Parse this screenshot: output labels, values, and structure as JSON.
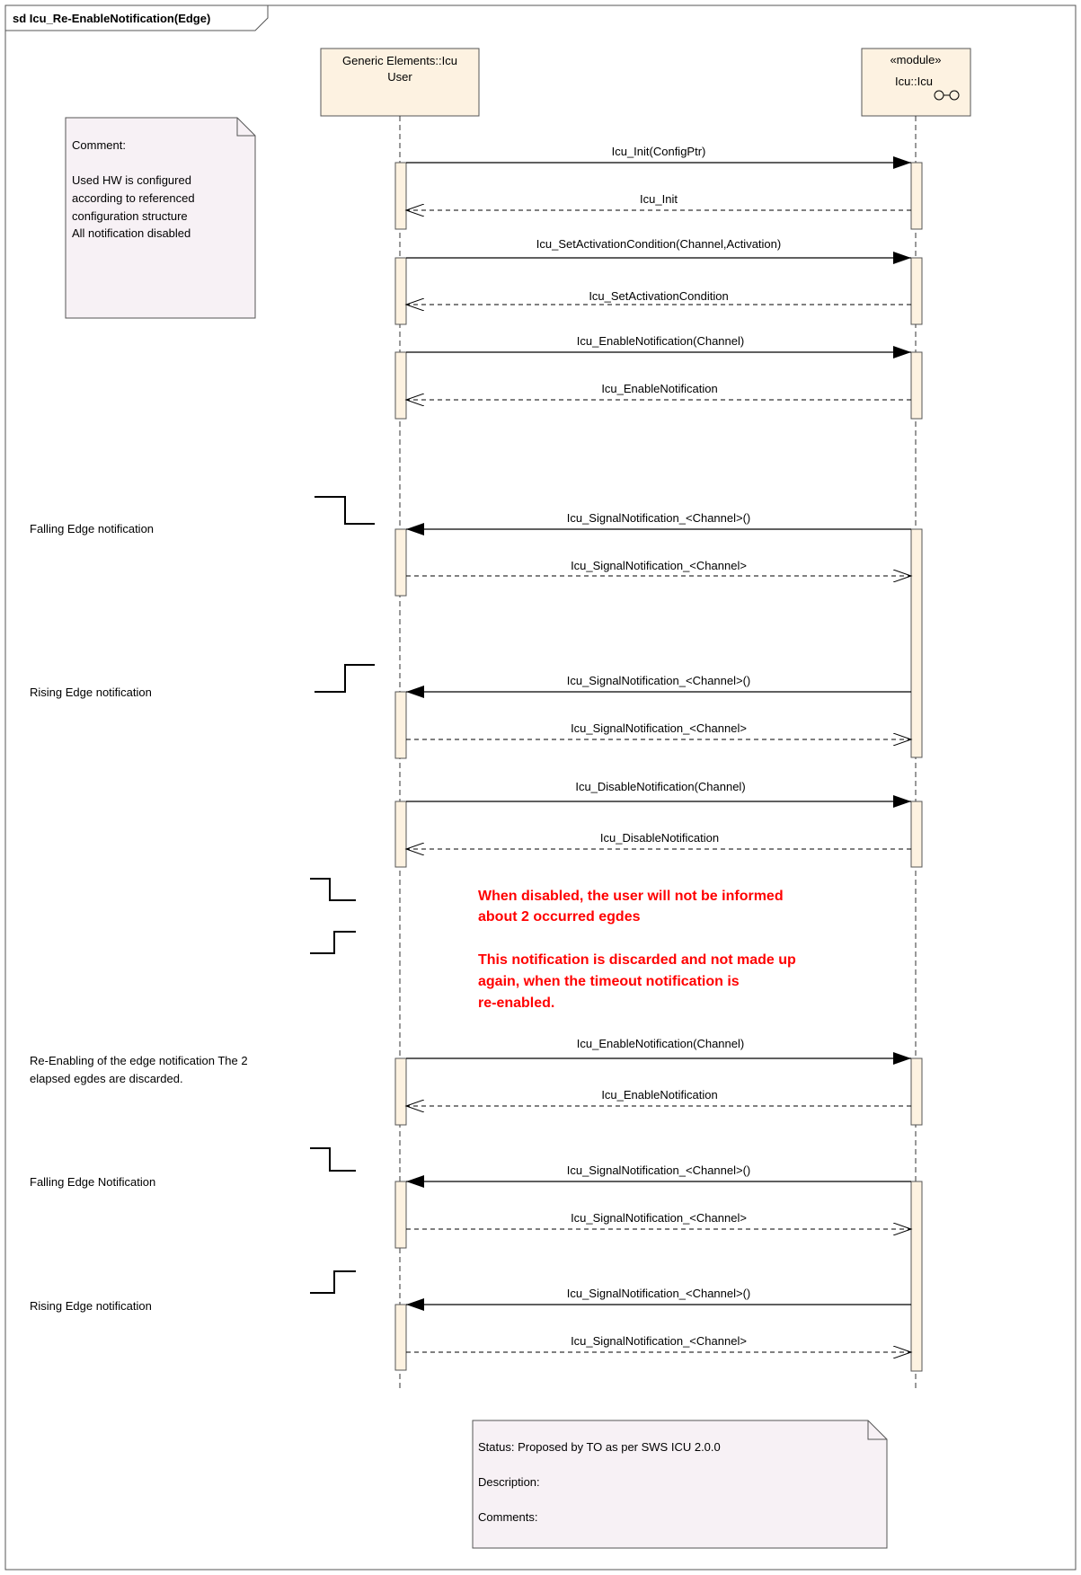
{
  "frame": {
    "title": "sd Icu_Re-EnableNotification(Edge)"
  },
  "lifelines": {
    "user": {
      "line1": "Generic Elements::Icu",
      "line2": "User"
    },
    "icu": {
      "stereotype": "«module»",
      "name": "Icu::Icu"
    }
  },
  "comment_note": {
    "heading": "Comment:",
    "lines": [
      "Used HW is configured",
      "according to referenced",
      "configuration structure",
      "All notification disabled"
    ]
  },
  "messages": {
    "m1": "Icu_Init(ConfigPtr)",
    "m2": "Icu_Init",
    "m3": "Icu_SetActivationCondition(Channel,Activation)",
    "m4": "Icu_SetActivationCondition",
    "m5": "Icu_EnableNotification(Channel)",
    "m6": "Icu_EnableNotification",
    "m7": "Icu_SignalNotification_<Channel>()",
    "m8": "Icu_SignalNotification_<Channel>",
    "m9": "Icu_SignalNotification_<Channel>()",
    "m10": "Icu_SignalNotification_<Channel>",
    "m11": "Icu_DisableNotification(Channel)",
    "m12": "Icu_DisableNotification",
    "m13": "Icu_EnableNotification(Channel)",
    "m14": "Icu_EnableNotification",
    "m15": "Icu_SignalNotification_<Channel>()",
    "m16": "Icu_SignalNotification_<Channel>",
    "m17": "Icu_SignalNotification_<Channel>()",
    "m18": "Icu_SignalNotification_<Channel>"
  },
  "side_labels": {
    "falling1": "Falling Edge notification",
    "rising1": "Rising Edge notification",
    "reenable_line1": "Re-Enabling of the edge notification The 2",
    "reenable_line2": "elapsed egdes are discarded.",
    "falling2": "Falling Edge Notification",
    "rising2": "Rising Edge notification"
  },
  "red_notes": {
    "line1": "When disabled, the user will not be informed",
    "line2": "about 2 occurred egdes",
    "line3": "This notification is discarded and not made up",
    "line4": "again, when the timeout notification is",
    "line5": "re-enabled."
  },
  "status_note": {
    "status": "Status: Proposed by TO as per SWS ICU 2.0.0",
    "description": "Description:",
    "comments": "Comments:"
  },
  "colors": {
    "lifeline_fill": "#fdf2e1",
    "note_fill": "#f7f1f5",
    "red_text": "#ff0000"
  }
}
